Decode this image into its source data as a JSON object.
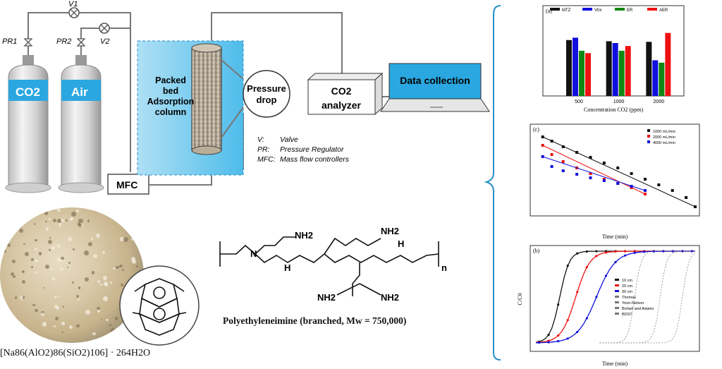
{
  "apparatus": {
    "valves": {
      "v1": "V1",
      "v2": "V2",
      "pr1": "PR1",
      "pr2": "PR2"
    },
    "cylinders": {
      "co2": "CO2",
      "air": "Air"
    },
    "mfc": "MFC",
    "column_label": [
      "Packed",
      "bed",
      "Adsorption",
      "column"
    ],
    "pressure_drop": [
      "Pressure",
      "drop"
    ],
    "analyzer": [
      "CO2",
      "analyzer"
    ],
    "data_collection": "Data collection",
    "legend": [
      {
        "abbr": "V:",
        "desc": "Valve"
      },
      {
        "abbr": "PR:",
        "desc": "Pressure Regulator"
      },
      {
        "abbr": "MFC:",
        "desc": "Mass flow controllers"
      }
    ]
  },
  "zeolite": {
    "formula": "[Na86(AlO2)86(SiO2)106] · 264H2O"
  },
  "pei": {
    "caption": "Polyethyleneimine (branched, Mw = 750,000)",
    "groups": [
      "NH2",
      "N",
      "H",
      "NH2",
      "H",
      "NH2",
      "NH2",
      "n"
    ]
  },
  "chart_data": [
    {
      "panel": "(a)",
      "type": "bar",
      "categories": [
        "500",
        "1000",
        "2000"
      ],
      "xlabel": "Concentration CO2 (ppm)",
      "series": [
        {
          "name": "MTZ",
          "values": [
            470,
            460,
            455
          ],
          "color": "#111111"
        },
        {
          "name": "Vtrx",
          "values": [
            490,
            445,
            300
          ],
          "color": "#1010dd"
        },
        {
          "name": "ER",
          "values": [
            380,
            380,
            280
          ],
          "color": "#118811"
        },
        {
          "name": "AER",
          "values": [
            360,
            420,
            530
          ],
          "color": "#ee1111"
        }
      ],
      "ylim": [
        0,
        700
      ]
    },
    {
      "panel": "(c)",
      "type": "scatter",
      "xlabel": "Time (min)",
      "xlim": [
        0,
        70
      ],
      "ylim": [
        -6,
        6
      ],
      "legend": [
        "1000 mL/min",
        "2000 mL/min",
        "4000 mL/min"
      ],
      "colors": [
        "#111111",
        "#ee1111",
        "#1010dd"
      ],
      "series": [
        {
          "name": "1000 mL/min",
          "x": [
            3,
            7,
            12,
            18,
            24,
            30,
            36,
            42,
            48,
            54,
            60,
            66,
            70
          ],
          "y": [
            4.6,
            4.0,
            3.2,
            2.4,
            1.7,
            0.9,
            0.2,
            -0.6,
            -1.4,
            -2.2,
            -3.0,
            -4.0,
            -5.3
          ]
        },
        {
          "name": "2000 mL/min",
          "x": [
            3,
            7,
            12,
            18,
            24,
            30,
            36,
            42,
            48
          ],
          "y": [
            3.4,
            2.1,
            1.1,
            0.2,
            -0.6,
            -1.4,
            -2.0,
            -2.6,
            -3.5
          ]
        },
        {
          "name": "4000 mL/min",
          "x": [
            3,
            7,
            12,
            18,
            24,
            30,
            36,
            42,
            48
          ],
          "y": [
            1.8,
            0.4,
            -0.2,
            -0.7,
            -1.2,
            -1.6,
            -2.0,
            -2.4,
            -3.0
          ]
        }
      ]
    },
    {
      "panel": "(b)",
      "type": "line",
      "xlabel": "Time (min)",
      "ylabel": "C/C0",
      "xlim": [
        0,
        100
      ],
      "ylim": [
        0,
        1
      ],
      "legend": [
        "10 cm",
        "20 cm",
        "30 cm",
        "Thomas",
        "Yoon-Nelson",
        "Bohart and Adams",
        "BDST"
      ],
      "colors": [
        "#111111",
        "#ee1111",
        "#1010dd"
      ]
    }
  ]
}
